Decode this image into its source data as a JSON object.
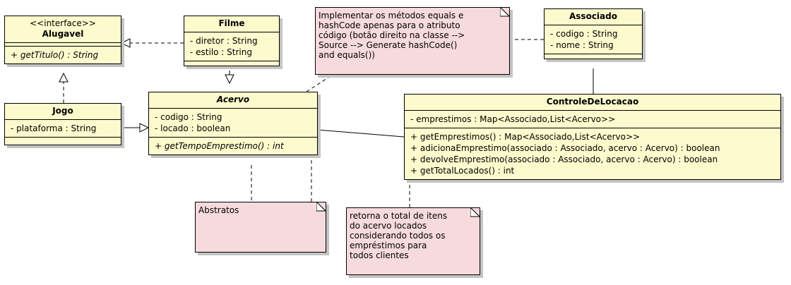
{
  "classes": {
    "alugavel": {
      "stereotype": "<<interface>>",
      "name": "Alugavel",
      "operations": [
        "+ getTitulo() : String"
      ]
    },
    "filme": {
      "name": "Filme",
      "attributes": [
        "- diretor : String",
        "- estilo : String"
      ]
    },
    "associado": {
      "name": "Associado",
      "attributes": [
        "- codigo : String",
        "- nome : String"
      ]
    },
    "jogo": {
      "name": "Jogo",
      "attributes": [
        "- plataforma : String"
      ]
    },
    "acervo": {
      "name": "Acervo",
      "attributes": [
        "- codigo : String",
        "- locado : boolean"
      ],
      "operations": [
        "+ getTempoEmprestimo() : int"
      ]
    },
    "controle": {
      "name": "ControleDeLocacao",
      "attributes": [
        "- emprestimos : Map<Associado,List<Acervo>>"
      ],
      "operations": [
        "+ getEmprestimos() : Map<Associado,List<Acervo>>",
        "+ adicionaEmprestimo(associado : Associado, acervo : Acervo) : boolean",
        "+ devolveEmprestimo(associado : Associado, acervo : Acervo) : boolean",
        "+ getTotalLocados() : int"
      ]
    }
  },
  "notes": {
    "equals": "Implementar os métodos equals e\nhashCode apenas para o atributo\ncódigo (botão direito na classe -->\nSource --> Generate hashCode()\nand equals())",
    "abstratos": "Abstratos",
    "total": "retorna o total de itens\ndo acervo locados\nconsiderando todos os\nempréstimos para\ntodos clientes"
  },
  "colors": {
    "class_fill": "#fdfacd",
    "note_fill": "#f6dadd",
    "shadow": "#c4c4c4"
  }
}
